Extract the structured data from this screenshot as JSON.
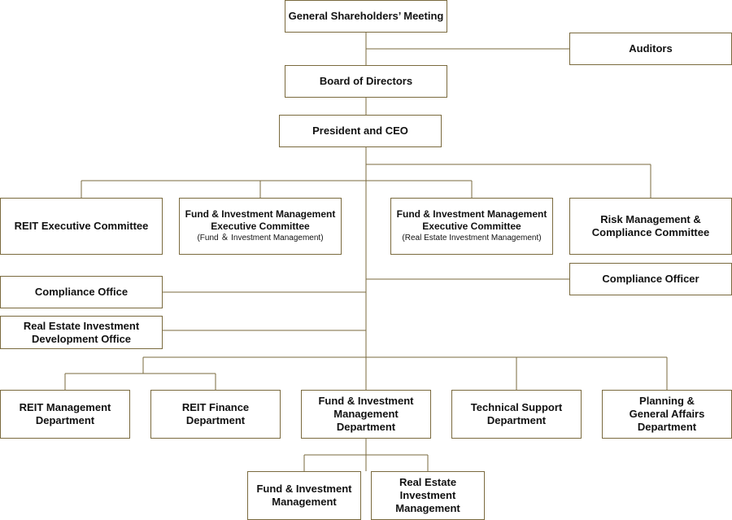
{
  "nodes": {
    "shareholders": {
      "lines": [
        "General Shareholders’ Meeting"
      ]
    },
    "auditors": {
      "lines": [
        "Auditors"
      ]
    },
    "board": {
      "lines": [
        "Board of Directors"
      ]
    },
    "ceo": {
      "lines": [
        "President and CEO"
      ]
    },
    "reit_exec": {
      "lines": [
        "REIT Executive Committee"
      ]
    },
    "fim_exec_fund": {
      "lines": [
        "Fund & Investment Management",
        "Executive Committee"
      ],
      "sub": "(Fund ＆ Investment Management)"
    },
    "fim_exec_re": {
      "lines": [
        "Fund & Investment Management",
        "Executive Committee"
      ],
      "sub": "(Real Estate Investment Management)"
    },
    "risk": {
      "lines": [
        "Risk Management &",
        "Compliance Committee"
      ]
    },
    "compliance_office": {
      "lines": [
        "Compliance Office"
      ]
    },
    "compliance_officer": {
      "lines": [
        "Compliance Officer"
      ]
    },
    "redev": {
      "lines": [
        "Real Estate Investment",
        "Development Office"
      ]
    },
    "reit_mgmt": {
      "lines": [
        "REIT Management",
        "Department"
      ]
    },
    "reit_fin": {
      "lines": [
        "REIT Finance",
        "Department"
      ]
    },
    "fim_dept": {
      "lines": [
        "Fund & Investment",
        "Management",
        "Department"
      ]
    },
    "tech": {
      "lines": [
        "Technical Support",
        "Department"
      ]
    },
    "planning": {
      "lines": [
        "Planning &",
        "General Affairs",
        "Department"
      ]
    },
    "fim_unit": {
      "lines": [
        "Fund & Investment",
        "Management"
      ]
    },
    "rei_unit": {
      "lines": [
        "Real Estate",
        "Investment",
        "Management"
      ]
    }
  }
}
